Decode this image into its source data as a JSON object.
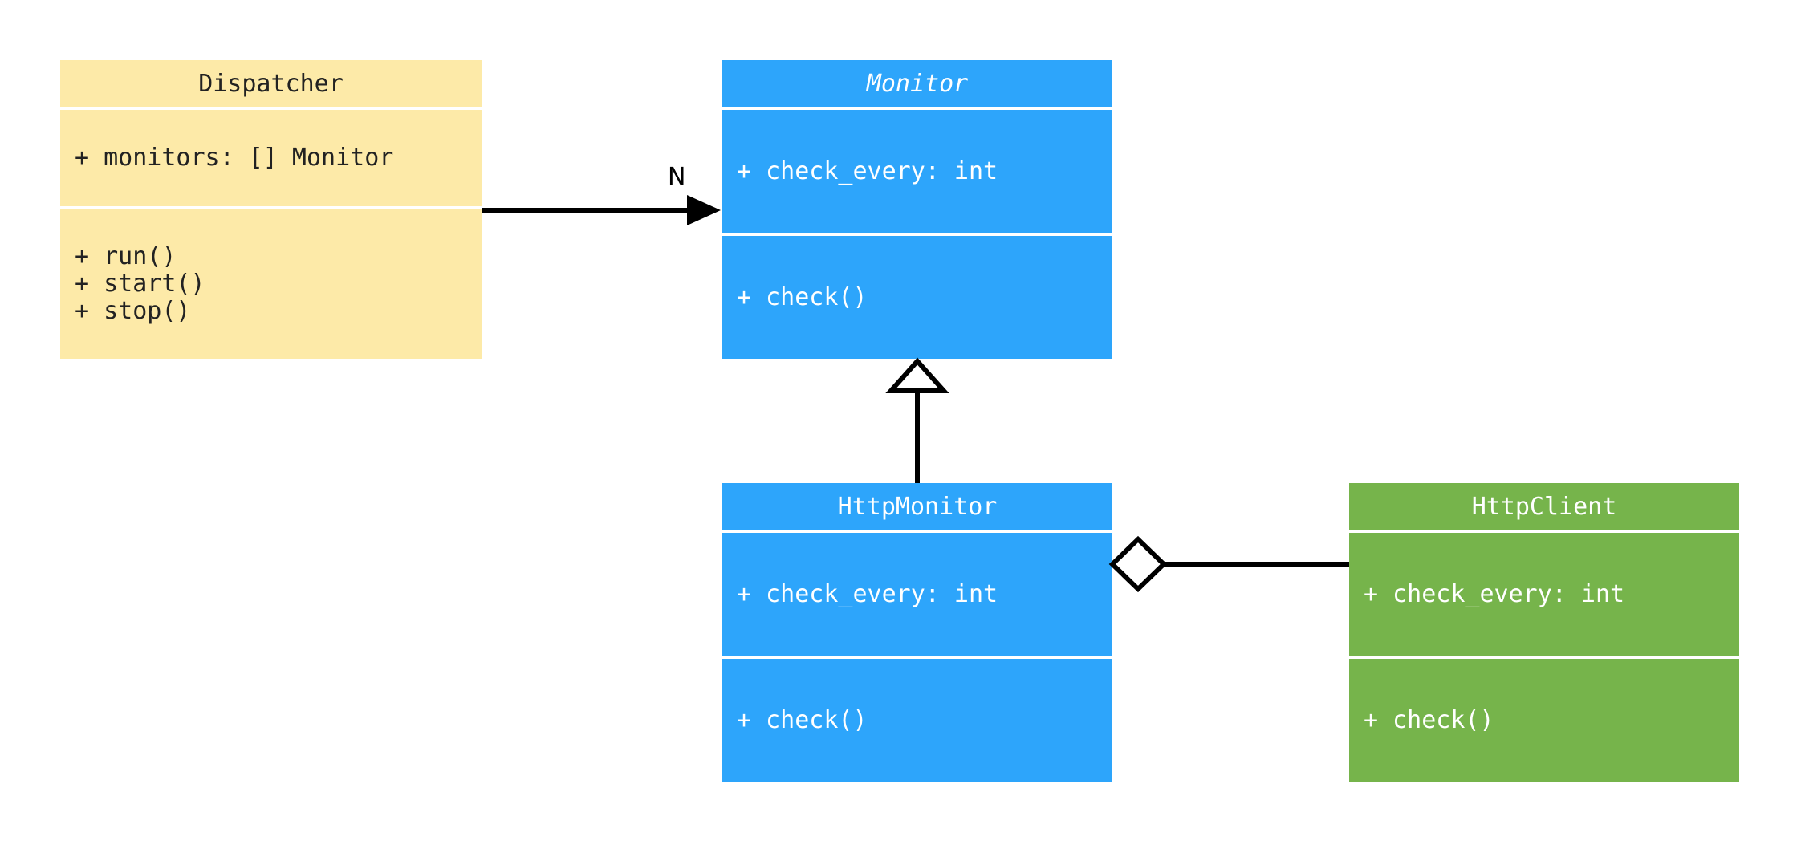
{
  "diagram": {
    "type": "uml-class-diagram",
    "background": "#ffffff",
    "colors": {
      "dispatcher_fill": "#fdeaa8",
      "monitor_fill": "#2da5fb",
      "httpmonitor_fill": "#2da5fb",
      "httpclient_fill": "#76b44b",
      "line": "#000000",
      "dark_text": "#222222",
      "light_text": "#ffffff"
    }
  },
  "classes": {
    "dispatcher": {
      "name": "Dispatcher",
      "abstract": false,
      "attributes": [
        "+ monitors: [] Monitor"
      ],
      "methods": [
        "+ run()",
        "+ start()",
        "+ stop()"
      ]
    },
    "monitor": {
      "name": "Monitor",
      "abstract": true,
      "attributes": [
        "+ check_every: int"
      ],
      "methods": [
        "+ check()"
      ]
    },
    "http_monitor": {
      "name": "HttpMonitor",
      "abstract": false,
      "attributes": [
        "+ check_every: int"
      ],
      "methods": [
        "+ check()"
      ]
    },
    "http_client": {
      "name": "HttpClient",
      "abstract": false,
      "attributes": [
        "+ check_every: int"
      ],
      "methods": [
        "+ check()"
      ]
    }
  },
  "relationships": {
    "dispatcher_to_monitor": {
      "kind": "association",
      "from": "Dispatcher",
      "to": "Monitor",
      "multiplicity_label": "N",
      "arrow": "filled-arrow"
    },
    "httpmonitor_to_monitor": {
      "kind": "generalization",
      "from": "HttpMonitor",
      "to": "Monitor",
      "arrow": "hollow-triangle"
    },
    "httpmonitor_to_httpclient": {
      "kind": "aggregation",
      "from": "HttpMonitor",
      "to": "HttpClient",
      "arrow": "hollow-diamond"
    }
  }
}
